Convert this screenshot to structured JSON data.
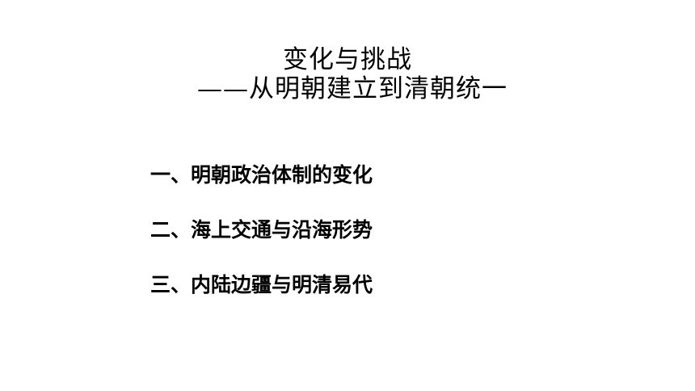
{
  "slide": {
    "title": "变化与挑战",
    "subtitle": "——从明朝建立到清朝统一",
    "outline": [
      {
        "label": "一、明朝政治体制的变化"
      },
      {
        "label": "二、海上交通与沿海形势"
      },
      {
        "label": "三、内陆边疆与明清易代"
      }
    ]
  }
}
